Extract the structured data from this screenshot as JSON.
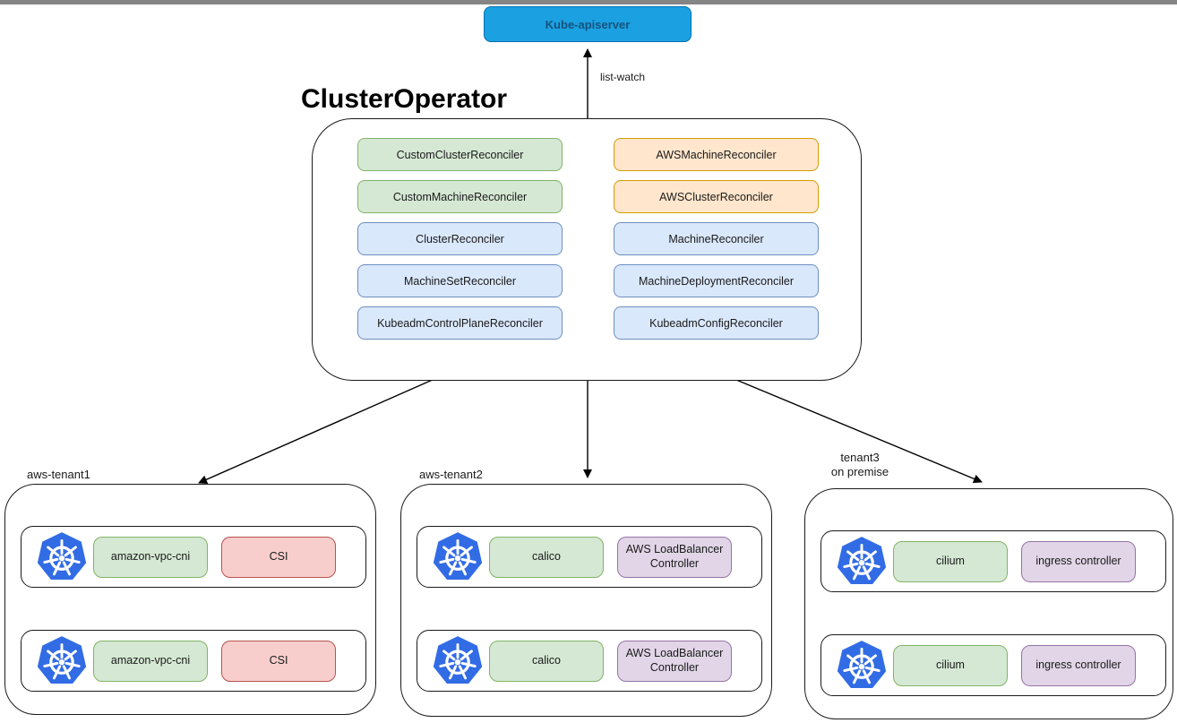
{
  "apiserver": {
    "label": "Kube-apiserver"
  },
  "edges": {
    "list_watch_label": "list-watch"
  },
  "operator": {
    "title": "ClusterOperator",
    "left_column": [
      {
        "label": "CustomClusterReconciler",
        "color": "green"
      },
      {
        "label": "CustomMachineReconciler",
        "color": "green"
      },
      {
        "label": "ClusterReconciler",
        "color": "blue"
      },
      {
        "label": "MachineSetReconciler",
        "color": "blue"
      },
      {
        "label": "KubeadmControlPlaneReconciler",
        "color": "blue"
      }
    ],
    "right_column": [
      {
        "label": "AWSMachineReconciler",
        "color": "orange"
      },
      {
        "label": "AWSClusterReconciler",
        "color": "orange"
      },
      {
        "label": "MachineReconciler",
        "color": "blue"
      },
      {
        "label": "MachineDeploymentReconciler",
        "color": "blue"
      },
      {
        "label": "KubeadmConfigReconciler",
        "color": "blue"
      }
    ]
  },
  "tenants": [
    {
      "name": "aws-tenant1",
      "rows": [
        {
          "icon": "kubernetes-icon",
          "components": [
            {
              "label": "amazon-vpc-cni",
              "color": "green"
            },
            {
              "label": "CSI",
              "color": "red"
            }
          ]
        },
        {
          "icon": "kubernetes-icon",
          "components": [
            {
              "label": "amazon-vpc-cni",
              "color": "green"
            },
            {
              "label": "CSI",
              "color": "red"
            }
          ]
        }
      ]
    },
    {
      "name": "aws-tenant2",
      "rows": [
        {
          "icon": "kubernetes-icon",
          "components": [
            {
              "label": "calico",
              "color": "green"
            },
            {
              "label": "AWS LoadBalancer Controller",
              "color": "purple"
            }
          ]
        },
        {
          "icon": "kubernetes-icon",
          "components": [
            {
              "label": "calico",
              "color": "green"
            },
            {
              "label": "AWS LoadBalancer Controller",
              "color": "purple"
            }
          ]
        }
      ]
    },
    {
      "name": "tenant3",
      "name2": "on premise",
      "rows": [
        {
          "icon": "kubernetes-icon",
          "components": [
            {
              "label": "cilium",
              "color": "green"
            },
            {
              "label": "ingress controller",
              "color": "purple"
            }
          ]
        },
        {
          "icon": "kubernetes-icon",
          "components": [
            {
              "label": "cilium",
              "color": "green"
            },
            {
              "label": "ingress controller",
              "color": "purple"
            }
          ]
        }
      ]
    }
  ],
  "palette": {
    "green": {
      "fill": "#d5e8d4",
      "stroke": "#82b366"
    },
    "blue": {
      "fill": "#dae8fc",
      "stroke": "#6c8ebf"
    },
    "orange": {
      "fill": "#ffe6cc",
      "stroke": "#d79b00"
    },
    "red": {
      "fill": "#f8cecc",
      "stroke": "#b85450"
    },
    "purple": {
      "fill": "#e1d5e7",
      "stroke": "#9673a6"
    },
    "apiserver": {
      "fill": "#1ba1e2",
      "stroke": "#006eaf",
      "text": "#16537e"
    },
    "kubernetes_blue": "#326ce5",
    "edge_color": "#000000"
  }
}
